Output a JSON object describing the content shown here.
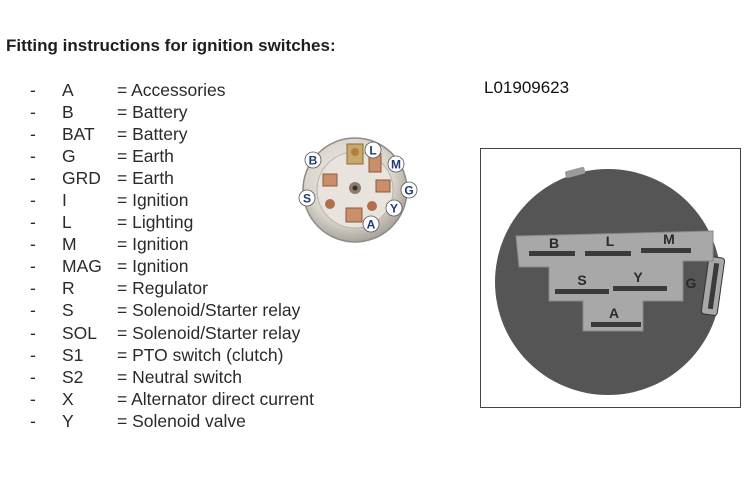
{
  "title": "Fitting instructions for ignition switches:",
  "part_number": "L01909623",
  "legend": [
    {
      "dash": "-",
      "code": "A",
      "desc": "= Accessories"
    },
    {
      "dash": "-",
      "code": "B",
      "desc": "= Battery"
    },
    {
      "dash": "-",
      "code": "BAT",
      "desc": "= Battery"
    },
    {
      "dash": "-",
      "code": "G",
      "desc": "= Earth"
    },
    {
      "dash": "-",
      "code": "GRD",
      "desc": "= Earth"
    },
    {
      "dash": "-",
      "code": "I",
      "desc": "= Ignition"
    },
    {
      "dash": "-",
      "code": "L",
      "desc": "= Lighting"
    },
    {
      "dash": "-",
      "code": "M",
      "desc": "= Ignition"
    },
    {
      "dash": "-",
      "code": "MAG",
      "desc": "= Ignition"
    },
    {
      "dash": "-",
      "code": "R",
      "desc": "= Regulator"
    },
    {
      "dash": "-",
      "code": "S",
      "desc": "= Solenoid/Starter relay"
    },
    {
      "dash": "-",
      "code": "SOL",
      "desc": "= Solenoid/Starter relay"
    },
    {
      "dash": "-",
      "code": "S1",
      "desc": "= PTO switch (clutch)"
    },
    {
      "dash": "-",
      "code": "S2",
      "desc": "= Neutral switch"
    },
    {
      "dash": "-",
      "code": "X",
      "desc": "= Alternator direct current"
    },
    {
      "dash": "-",
      "code": "Y",
      "desc": "= Solenoid valve"
    }
  ],
  "photo_labels": {
    "b": "B",
    "l": "L",
    "m": "M",
    "g": "G",
    "y": "Y",
    "a": "A",
    "s": "S"
  },
  "diagram_labels": {
    "b": "B",
    "l": "L",
    "m": "M",
    "s": "S",
    "y": "Y",
    "a": "A",
    "g": "G"
  },
  "colors": {
    "switch_body": "#555555",
    "terminal_block": "#a8a8a8",
    "terminal_slot": "#3a3a3a",
    "label_circle": "#ffffff",
    "label_text": "#1f3a73"
  }
}
